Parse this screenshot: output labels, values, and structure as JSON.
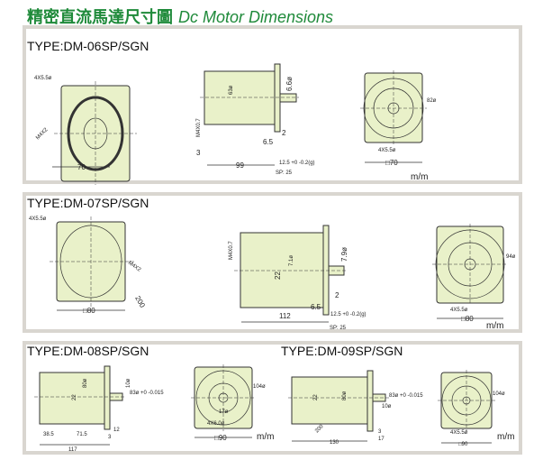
{
  "title": {
    "zh": "精密直流馬達尺寸圖",
    "en": "Dc Motor Dimensions"
  },
  "unit": "m/m",
  "colors": {
    "title": "#1f8a3a",
    "motor": "#e9f1c9",
    "border": "#d9d6d0"
  },
  "dm06": {
    "type": "TYPE:DM-06SP/SGN",
    "holes": "4X5.5ø",
    "screw": "M4X2",
    "width": "70",
    "dia": "63ø",
    "shaft": "6.6ø",
    "tap": "M4X0.7",
    "d3": "3",
    "len": "99",
    "flange": "6.5",
    "d2": "2",
    "shaftlen": "12.5 +0 -0.2(g)",
    "sp": "SP: 25",
    "rear_holes": "4X5.5ø",
    "square": "□70",
    "pcd": "82ø"
  },
  "dm07": {
    "type": "TYPE:DM-07SP/SGN",
    "holes": "4X5.5ø",
    "screw": "M4X2",
    "lead": "200",
    "square": "□80",
    "tap": "M4X0.7",
    "d22": "22",
    "dia": "7.1ø",
    "shaft": "7.9ø",
    "flange": "6.5",
    "d2": "2",
    "len": "112",
    "shaftlen": "12.5 +0 -0.2(g)",
    "sp": "SP: 25",
    "rear_holes": "4X5.5ø",
    "rear_square": "□80",
    "pcd": "94ø"
  },
  "dm08": {
    "type": "TYPE:DM-08SP/SGN",
    "d22": "22",
    "dia": "80ø",
    "shaft": "10ø",
    "tol": "83ø +0 -0.015",
    "d12": "12",
    "d3": "3",
    "a": "38.5",
    "b": "71.5",
    "len": "117",
    "pcd": "104ø",
    "holes": "4X6.0ø",
    "hub": "17ø",
    "square": "□90"
  },
  "dm09": {
    "type": "TYPE:DM-09SP/SGN",
    "d22": "22",
    "dia": "80ø",
    "tol": "83ø +0 -0.015",
    "shaft": "10ø",
    "lead": "200",
    "len": "130",
    "d3": "3",
    "d17": "17",
    "pcd": "104ø",
    "holes": "4X5.5ø",
    "square": "□90"
  }
}
